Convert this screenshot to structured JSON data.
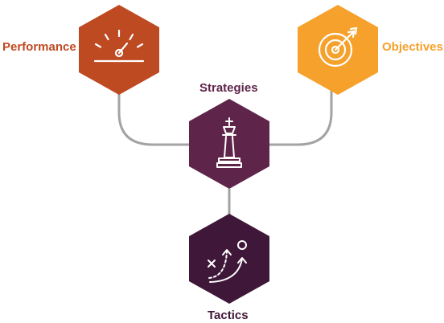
{
  "nodes": {
    "performance": {
      "label": "Performance",
      "icon": "speedometer-icon",
      "color": "#BE4A22"
    },
    "objectives": {
      "label": "Objectives",
      "icon": "target-arrow-icon",
      "color": "#F5A12B"
    },
    "strategies": {
      "label": "Strategies",
      "icon": "chess-king-icon",
      "color": "#5E2449",
      "label_color": "#5E2449"
    },
    "tactics": {
      "label": "Tactics",
      "icon": "tactics-play-icon",
      "color": "#3F1738",
      "label_color": "#3F1738"
    }
  },
  "connector_color": "#A3A3A3",
  "icon_stroke_color": "#FFFFFF"
}
